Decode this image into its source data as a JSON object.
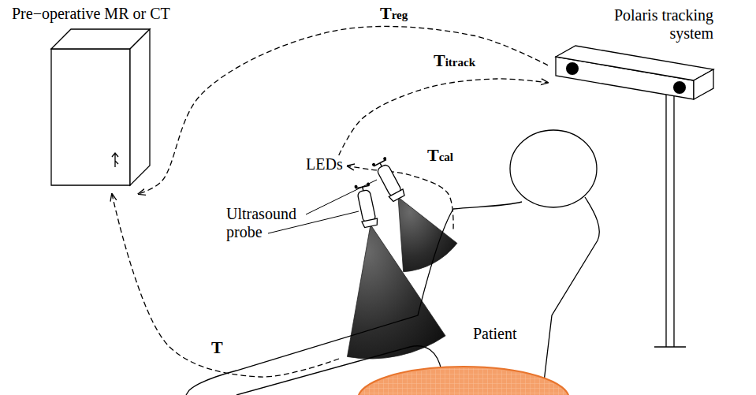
{
  "diagram": {
    "nodes": [
      {
        "text": [
          "Pre−operative MR or CT"
        ]
      },
      {
        "text": [
          "Polaris tracking system"
        ]
      },
      {
        "text": [
          "LEDs"
        ]
      },
      {
        "text": [
          "Ultrasound probe"
        ]
      },
      {
        "text": [
          "Patient"
        ]
      }
    ],
    "edges": [
      {
        "from": 1,
        "to": 0,
        "arrow": "to",
        "label": "Treg"
      },
      {
        "from": 2,
        "to": 1,
        "arrow": "to",
        "label": "Titrack"
      },
      {
        "from": 3,
        "to": 2,
        "arrow": "to",
        "label": "Tcal"
      },
      {
        "from": 3,
        "to": 0,
        "arrow": "to",
        "label": "T"
      }
    ]
  }
}
